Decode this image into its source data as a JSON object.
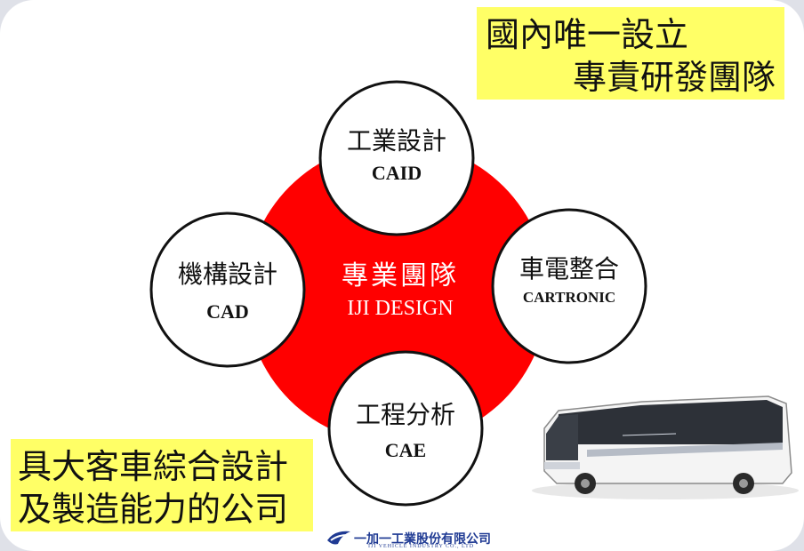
{
  "callouts": {
    "top": {
      "line1": "國內唯一設立",
      "line2": "專責研發團隊"
    },
    "bottom": {
      "line1": "具大客車綜合設計",
      "line2": "及製造能力的公司"
    }
  },
  "hub": {
    "title_zh": "專業團隊",
    "title_en": "IJI DESIGN",
    "color": "#ff0000"
  },
  "nodes": {
    "top": {
      "title": "工業設計",
      "sub": "CAID"
    },
    "right": {
      "title": "車電整合",
      "sub": "CARTRONIC"
    },
    "bottom": {
      "title": "工程分析",
      "sub": "CAE"
    },
    "left": {
      "title": "機構設計",
      "sub": "CAD"
    }
  },
  "footer": {
    "company_zh": "一加一工業股份有限公司",
    "company_en": "IJI VEHICLE INDUSTRY CO., LTD"
  },
  "colors": {
    "callout": "#ffff66",
    "hub": "#ff0000",
    "brand": "#1f3a93"
  }
}
